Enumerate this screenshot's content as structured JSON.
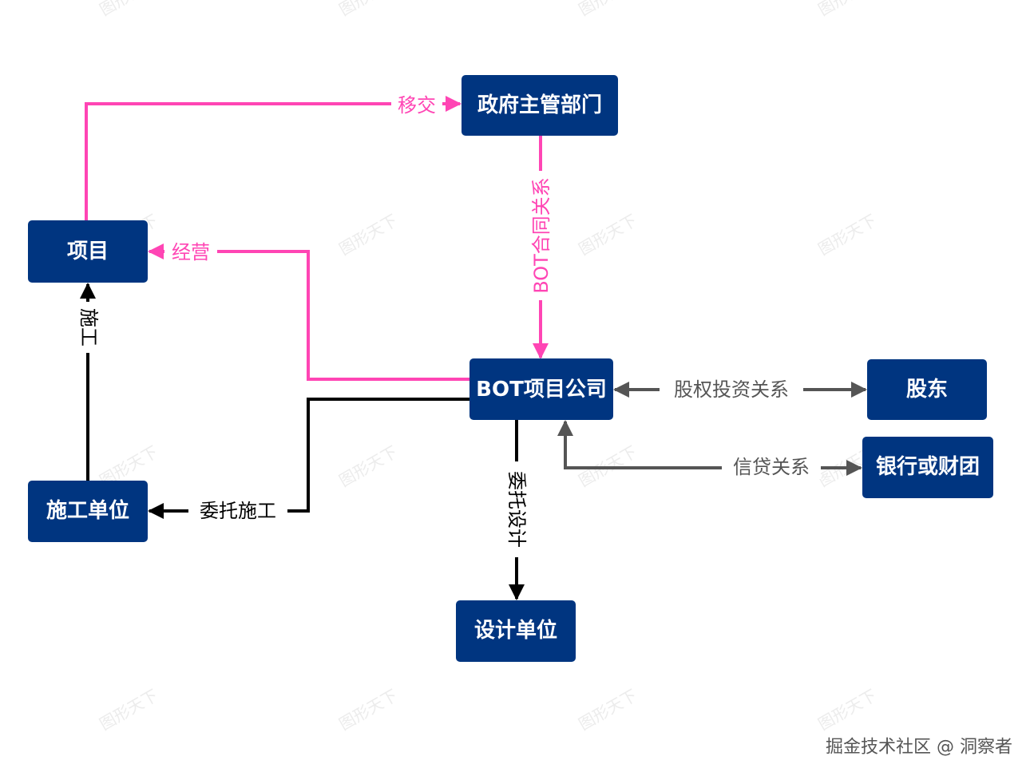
{
  "nodes": {
    "gov": "政府主管部门",
    "project": "项目",
    "bot": "BOT项目公司",
    "shareholder": "股东",
    "bank": "银行或财团",
    "builder": "施工单位",
    "designer": "设计单位"
  },
  "edges": {
    "transfer": "移交",
    "contract": "BOT合同关系",
    "operate": "经营",
    "equity": "股权投资关系",
    "credit": "信贷关系",
    "entrust_build": "委托施工",
    "build": "施工",
    "entrust_design": "委托设计"
  },
  "colors": {
    "node_fill": "#003580",
    "node_text": "#ffffff",
    "pink": "#ff45b4",
    "black": "#000000",
    "gray": "#555555"
  },
  "watermark": "图形天下",
  "credit": "掘金技术社区 @ 洞察者"
}
